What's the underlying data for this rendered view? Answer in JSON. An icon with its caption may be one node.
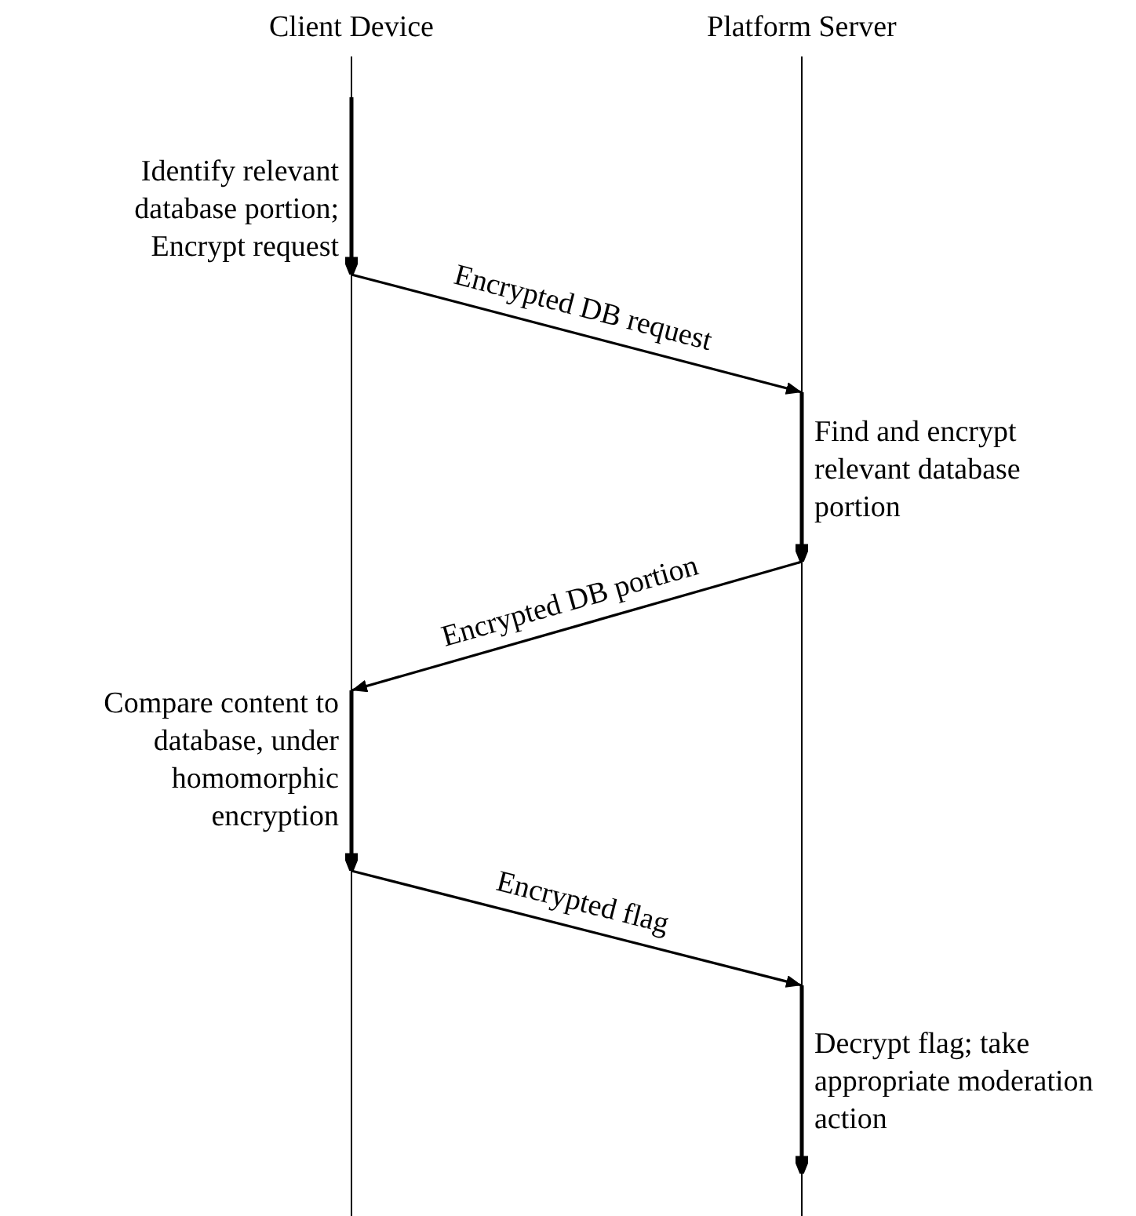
{
  "diagram": {
    "nodes": [
      {
        "text": [
          "Client Device"
        ]
      },
      {
        "text": [
          "Platform Server"
        ]
      },
      {
        "text": [
          "Identify relevant database portion; Encrypt request"
        ]
      },
      {
        "text": [
          "Find and encrypt relevant database portion"
        ]
      },
      {
        "text": [
          "Compare content to database, under homomorphic encryption"
        ]
      },
      {
        "text": [
          "Decrypt flag; take appropriate moderation action"
        ]
      }
    ],
    "edges": [
      {
        "from": 2,
        "to": 3,
        "arrow": "to",
        "label": "Encrypted DB request"
      },
      {
        "from": 3,
        "to": 4,
        "arrow": "to",
        "label": "Encrypted DB portion"
      },
      {
        "from": 4,
        "to": 5,
        "arrow": "to",
        "label": "Encrypted flag"
      }
    ]
  }
}
